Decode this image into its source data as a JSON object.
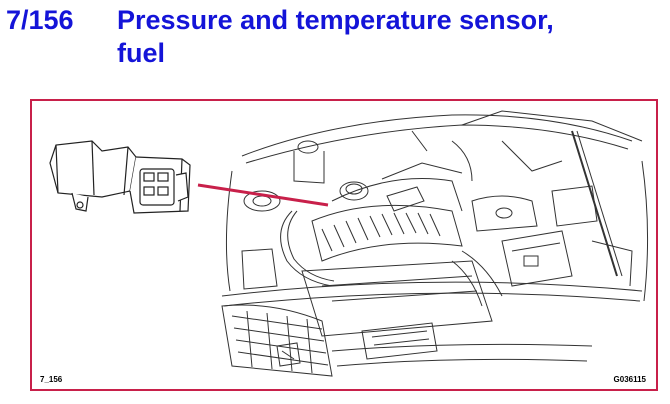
{
  "header": {
    "number": "7/156",
    "title_line1": "Pressure and temperature sensor,",
    "title_line2": "fuel"
  },
  "figure": {
    "id_label": "7_156",
    "code_label": "G036115"
  },
  "colors": {
    "heading": "#1414d8",
    "frame_border": "#c8204a",
    "pointer": "#c8204a",
    "drawing_lines": "#333333"
  },
  "icons": {
    "sensor": "sensor-connector-icon",
    "engine": "engine-bay-illustration"
  }
}
